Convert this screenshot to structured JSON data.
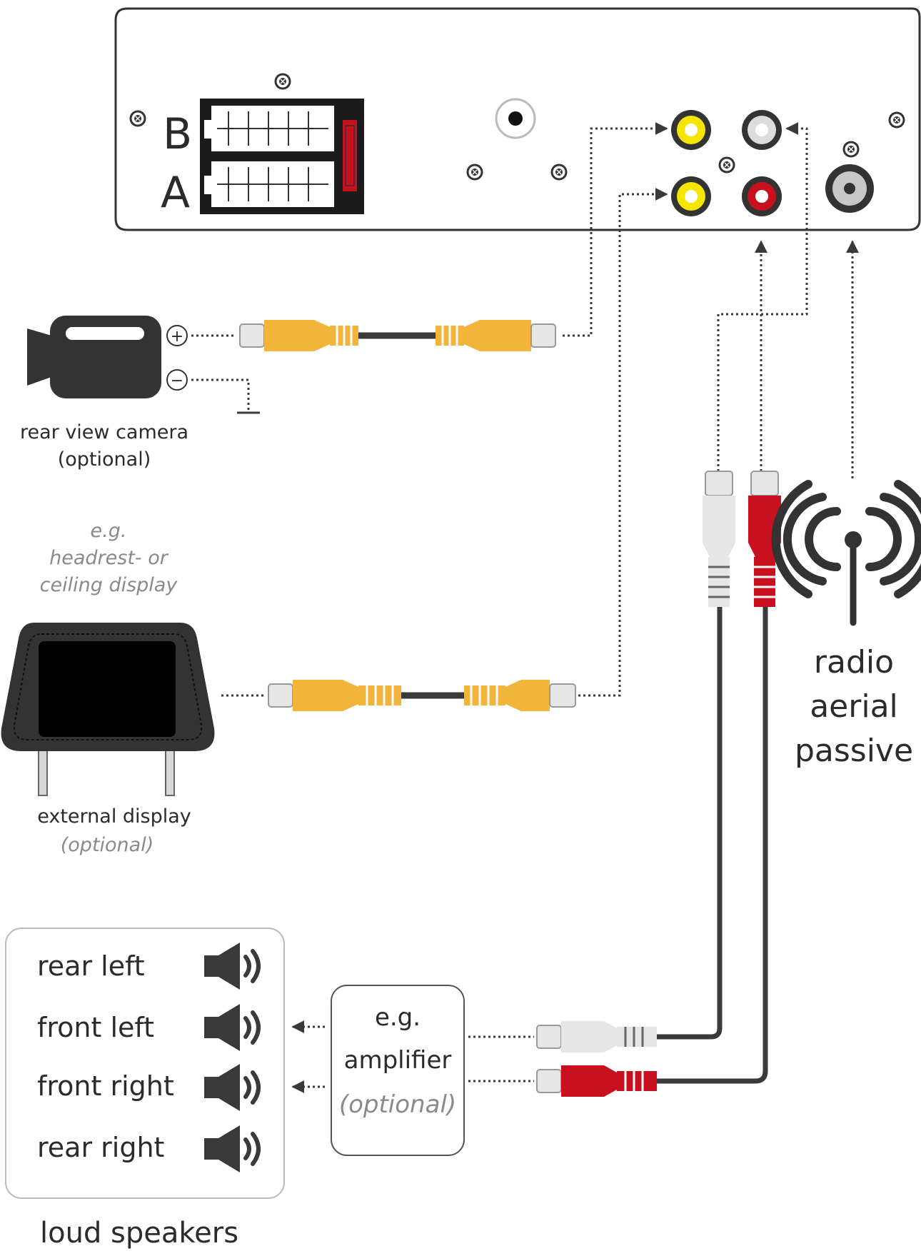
{
  "head_unit": {
    "connector_b_label": "B",
    "connector_a_label": "A"
  },
  "camera": {
    "plus_symbol": "+",
    "minus_symbol": "−",
    "label": "rear view camera",
    "sublabel": "(optional)"
  },
  "display": {
    "note_line1": "e.g.",
    "note_line2": "headrest- or",
    "note_line3": "ceiling display",
    "label": "external display",
    "sublabel": "(optional)"
  },
  "aerial": {
    "line1": "radio",
    "line2": "aerial",
    "line3": "passive"
  },
  "amplifier": {
    "line1": "e.g.",
    "line2": "amplifier",
    "line3": "(optional)"
  },
  "speakers": {
    "items": [
      "rear left",
      "front left",
      "front right",
      "rear right"
    ],
    "group_label": "loud speakers"
  },
  "colors": {
    "video_yellow": "#f2b43a",
    "rca_yellow": "#f5e600",
    "audio_red": "#c8101e",
    "audio_white": "#e8e8e8",
    "cable_dark": "#3a3a3a",
    "device_dark": "#333333"
  }
}
